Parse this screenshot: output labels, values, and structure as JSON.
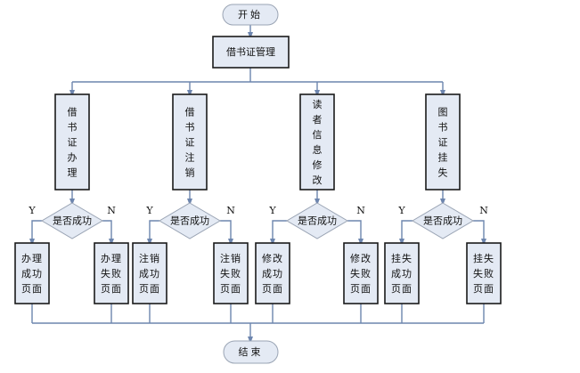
{
  "start": {
    "label": "开始"
  },
  "end": {
    "label": "结束"
  },
  "root": {
    "label": "借书证管理"
  },
  "decision_label": "是否成功",
  "yes_label": "Y",
  "no_label": "N",
  "branches": [
    {
      "label": "借书证办理",
      "success": "办理成功页面",
      "fail": "办理失败页面"
    },
    {
      "label": "借书证注销",
      "success": "注销成功页面",
      "fail": "注销失败页面"
    },
    {
      "label": "读者信息修改",
      "success": "修改成功页面",
      "fail": "修改失败页面"
    },
    {
      "label": "图书证挂失",
      "success": "挂失成功页面",
      "fail": "挂失失败页面"
    }
  ],
  "colors": {
    "node_fill": "#e4eaf4",
    "connector": "#6d85ae",
    "box_border": "#1a1a1a"
  }
}
